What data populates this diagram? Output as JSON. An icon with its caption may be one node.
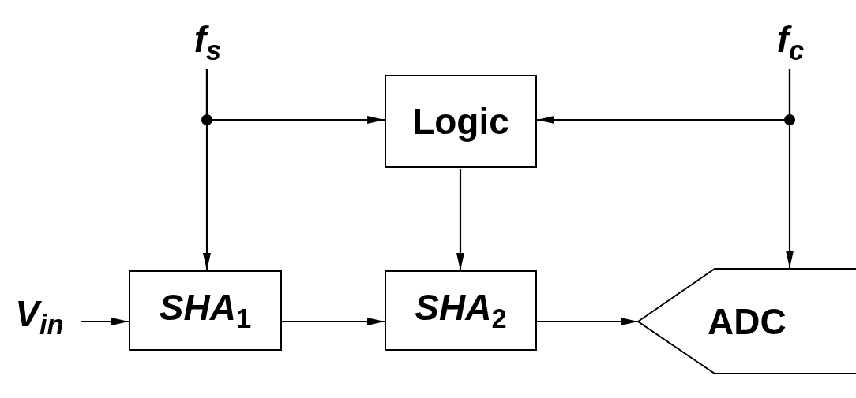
{
  "diagram": {
    "nodes": [
      {
        "text": [
          "f$_{s}$"
        ]
      },
      {
        "text": [
          "f$_{c}$"
        ]
      },
      {
        "text": [
          "Logic"
        ]
      },
      {
        "text": [
          "V$_{in}$"
        ]
      },
      {
        "text": [
          "*SHA*$_{1}$"
        ]
      },
      {
        "text": [
          "*SHA*$_{2}$"
        ]
      },
      {
        "text": [
          "ADC"
        ]
      }
    ],
    "edges": [
      {
        "from": 0,
        "to": 4,
        "arrow": "to"
      },
      {
        "from": 0,
        "to": 2,
        "arrow": "to"
      },
      {
        "from": 1,
        "to": 2,
        "arrow": "to"
      },
      {
        "from": 1,
        "to": 6,
        "arrow": "to"
      },
      {
        "from": 2,
        "to": 5,
        "arrow": "to"
      },
      {
        "from": 3,
        "to": 4,
        "arrow": "to"
      },
      {
        "from": 4,
        "to": 5,
        "arrow": "to"
      },
      {
        "from": 5,
        "to": 6,
        "arrow": "to"
      }
    ]
  }
}
